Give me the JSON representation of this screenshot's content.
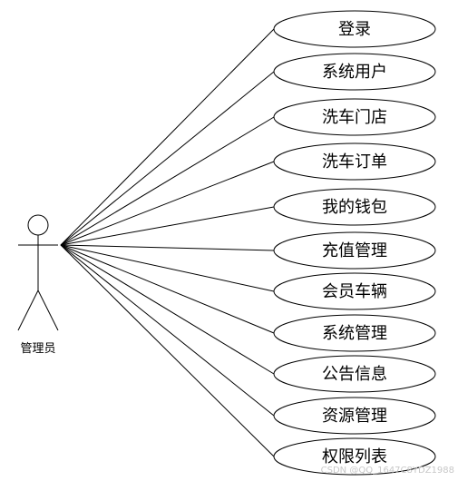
{
  "actor": {
    "name": "管理员"
  },
  "use_cases": [
    {
      "label": "登录"
    },
    {
      "label": "系统用户"
    },
    {
      "label": "洗车门店"
    },
    {
      "label": "洗车订单"
    },
    {
      "label": "我的钱包"
    },
    {
      "label": "充值管理"
    },
    {
      "label": "会员车辆"
    },
    {
      "label": "系统管理"
    },
    {
      "label": "公告信息"
    },
    {
      "label": "资源管理"
    },
    {
      "label": "权限列表"
    }
  ],
  "watermark": "CSDN @QQ_1647C8YDZ1988"
}
